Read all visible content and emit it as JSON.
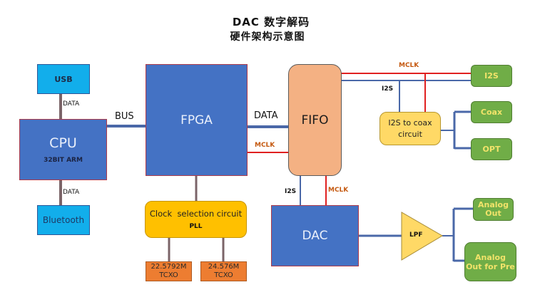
{
  "title": {
    "line1": "DAC 数字解码",
    "line2": "硬件架构示意图"
  },
  "colors": {
    "block_blue": "#4472c4",
    "usb_cyan": "#12aeeb",
    "fifo_peach": "#f4b183",
    "output_green": "#70ad47",
    "pll_yellow": "#ffc000",
    "converter_yellow": "#ffd966",
    "tcxo_orange": "#ed7d31",
    "mclk_red": "#e02020",
    "signal_blue": "#4a68a8",
    "data_gray": "#7b6468"
  },
  "blocks": {
    "usb": {
      "label": "USB"
    },
    "cpu": {
      "label": "CPU",
      "sublabel": "32BIT ARM"
    },
    "bluetooth": {
      "label": "Bluetooth"
    },
    "fpga": {
      "label": "FPGA"
    },
    "fifo": {
      "label": "FIFO"
    },
    "pll": {
      "label": "Clock  selection circuit",
      "sublabel": "PLL"
    },
    "tcxo1": {
      "line1": "22.5792M",
      "line2": "TCXO"
    },
    "tcxo2": {
      "line1": "24.576M",
      "line2": "TCXO"
    },
    "dac": {
      "label": "DAC"
    },
    "i2s_to_coax": {
      "line1": "I2S to coax",
      "line2": "circuit"
    },
    "out_i2s": {
      "label": "I2S"
    },
    "out_coax": {
      "label": "Coax"
    },
    "out_opt": {
      "label": "OPT"
    },
    "lpf": {
      "label": "LPF"
    },
    "analog_out": {
      "line1": "Analog",
      "line2": "Out"
    },
    "analog_out_pre": {
      "line1": "Analog",
      "line2": "Out for Pre"
    }
  },
  "connections": {
    "usb_cpu": "DATA",
    "cpu_bluetooth": "DATA",
    "cpu_fpga": "BUS",
    "fpga_fifo_data": "DATA",
    "fpga_fifo_mclk": "MCLK",
    "fifo_out_mclk": "MCLK",
    "fifo_out_i2s": "I2S",
    "fifo_dac_i2s": "I2S",
    "fifo_dac_mclk": "MCLK"
  }
}
